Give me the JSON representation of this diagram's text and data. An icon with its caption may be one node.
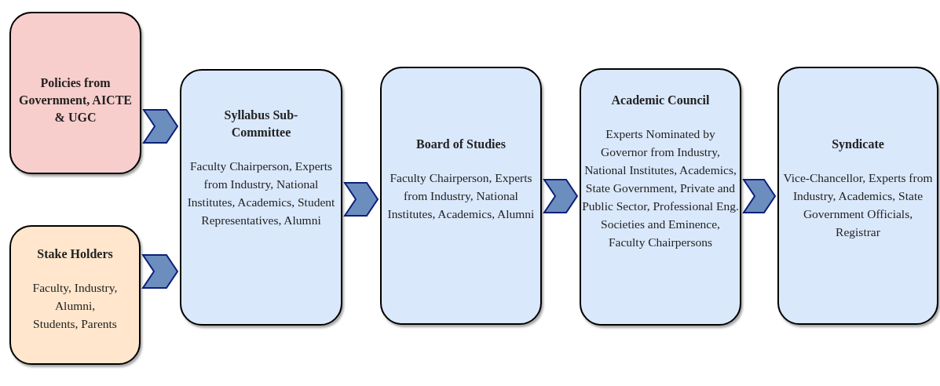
{
  "diagram": {
    "nodes": [
      {
        "text": [
          "Policies from Government, AICTE & UGC"
        ]
      },
      {
        "text": [
          "Stake Holders",
          "Faculty, Industry, Alumni, Students, Parents"
        ]
      },
      {
        "text": [
          "Syllabus Sub-Committee",
          "Faculty Chairperson, Experts from Industry, National Institutes, Academics, Student Representatives, Alumni"
        ]
      },
      {
        "text": [
          "Board of Studies",
          "Faculty Chairperson, Experts from Industry, National Institutes, Academics, Alumni"
        ]
      },
      {
        "text": [
          "Academic Council",
          "Experts Nominated by Governor from Industry, National Institutes, Academics, State Government, Private and Public Sector, Professional Eng. Societies and Eminence, Faculty Chairpersons"
        ]
      },
      {
        "text": [
          "Syndicate",
          "Vice-Chancellor, Experts from Industry, Academics, State Government Officials, Registrar"
        ]
      }
    ],
    "edges": [
      {
        "from": 0,
        "to": 2,
        "arrow": "to"
      },
      {
        "from": 1,
        "to": 2,
        "arrow": "to"
      },
      {
        "from": 2,
        "to": 3,
        "arrow": "to"
      },
      {
        "from": 3,
        "to": 4,
        "arrow": "to"
      },
      {
        "from": 4,
        "to": 5,
        "arrow": "to"
      }
    ]
  }
}
